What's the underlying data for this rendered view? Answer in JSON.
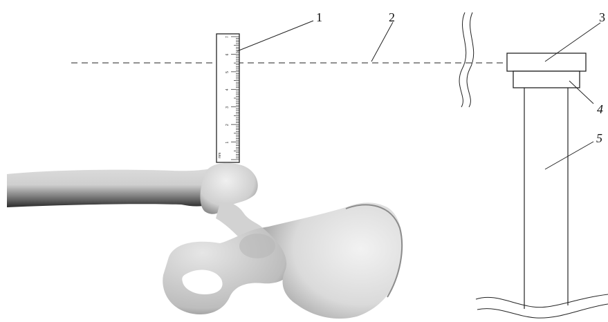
{
  "figure": {
    "callouts": [
      {
        "id": "1",
        "text": "1"
      },
      {
        "id": "2",
        "text": "2"
      },
      {
        "id": "3",
        "text": "3"
      },
      {
        "id": "4",
        "text": "4"
      },
      {
        "id": "5",
        "text": "5"
      }
    ],
    "ruler": {
      "unit_label": "mm",
      "tick_labels": [
        "1",
        "2",
        "3",
        "4",
        "5",
        "6",
        "7"
      ]
    },
    "colors": {
      "line": "#222222",
      "bone_light": "#e9e9e9",
      "bone_mid": "#c8c8c8",
      "bone_dark": "#4a4a4a"
    }
  }
}
